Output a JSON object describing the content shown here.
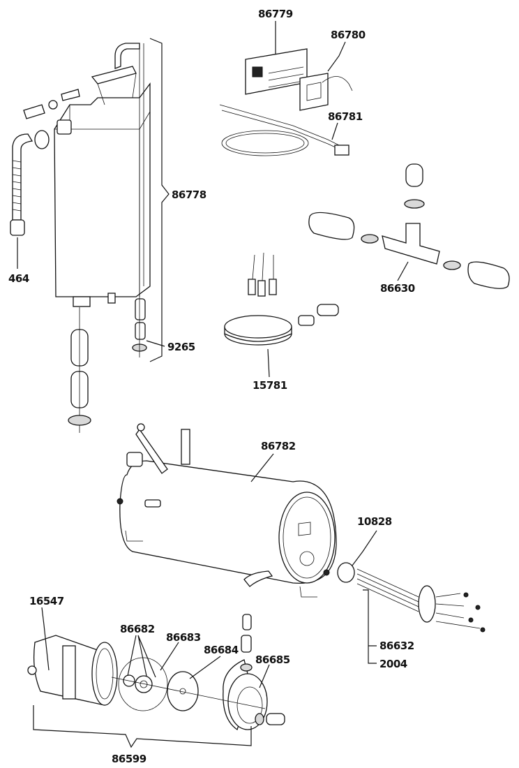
{
  "labels": {
    "p86779": "86779",
    "p86780": "86780",
    "p86781": "86781",
    "p86778": "86778",
    "p464": "464",
    "p86630": "86630",
    "p9265": "9265",
    "p15781": "15781",
    "p86782": "86782",
    "p10828": "10828",
    "p16547": "16547",
    "p86682": "86682",
    "p86683": "86683",
    "p86684": "86684",
    "p86685": "86685",
    "p86632": "86632",
    "p2004": "2004",
    "p86599": "86599"
  }
}
